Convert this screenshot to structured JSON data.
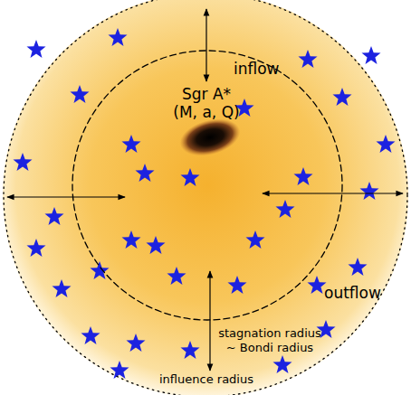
{
  "diagram": {
    "nodes": [
      {
        "text": [
          "outflow",
          "influence radius"
        ]
      },
      {
        "text": [
          "inflow",
          "stagnation radius ~ Bondi radius"
        ],
        "in": 0
      }
    ],
    "labels": [
      "Sgr A* (M, a, Q)"
    ]
  }
}
